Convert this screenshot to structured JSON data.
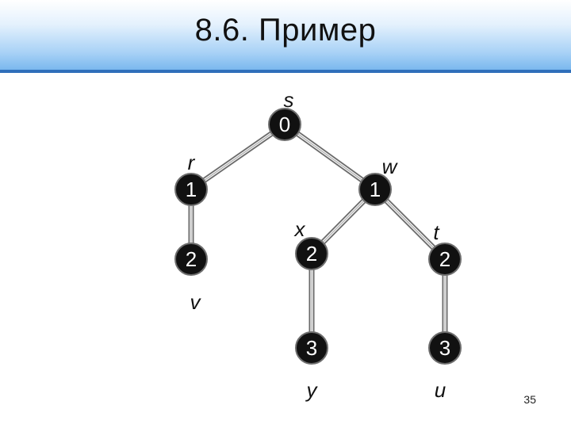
{
  "slide": {
    "title": "8.6. Пример",
    "page_number": "35"
  },
  "colors": {
    "node_fill": "#111111",
    "node_stroke": "#6e6e6e",
    "node_text": "#ffffff",
    "edge_dark": "#6a6a6a",
    "edge_light": "#f2f2f2",
    "label_text": "#111111",
    "title_gradient_bottom": "#7ab8ee"
  },
  "tree": {
    "nodes": [
      {
        "id": "s",
        "label": "s",
        "value": "0"
      },
      {
        "id": "r",
        "label": "r",
        "value": "1"
      },
      {
        "id": "w",
        "label": "w",
        "value": "1"
      },
      {
        "id": "v",
        "label": "v",
        "value": "2"
      },
      {
        "id": "x",
        "label": "x",
        "value": "2"
      },
      {
        "id": "t",
        "label": "t",
        "value": "2"
      },
      {
        "id": "y",
        "label": "y",
        "value": "3"
      },
      {
        "id": "u",
        "label": "u",
        "value": "3"
      }
    ],
    "edges": [
      {
        "from": "s",
        "to": "r"
      },
      {
        "from": "s",
        "to": "w"
      },
      {
        "from": "r",
        "to": "v"
      },
      {
        "from": "w",
        "to": "x"
      },
      {
        "from": "w",
        "to": "t"
      },
      {
        "from": "x",
        "to": "y"
      },
      {
        "from": "t",
        "to": "u"
      }
    ]
  }
}
